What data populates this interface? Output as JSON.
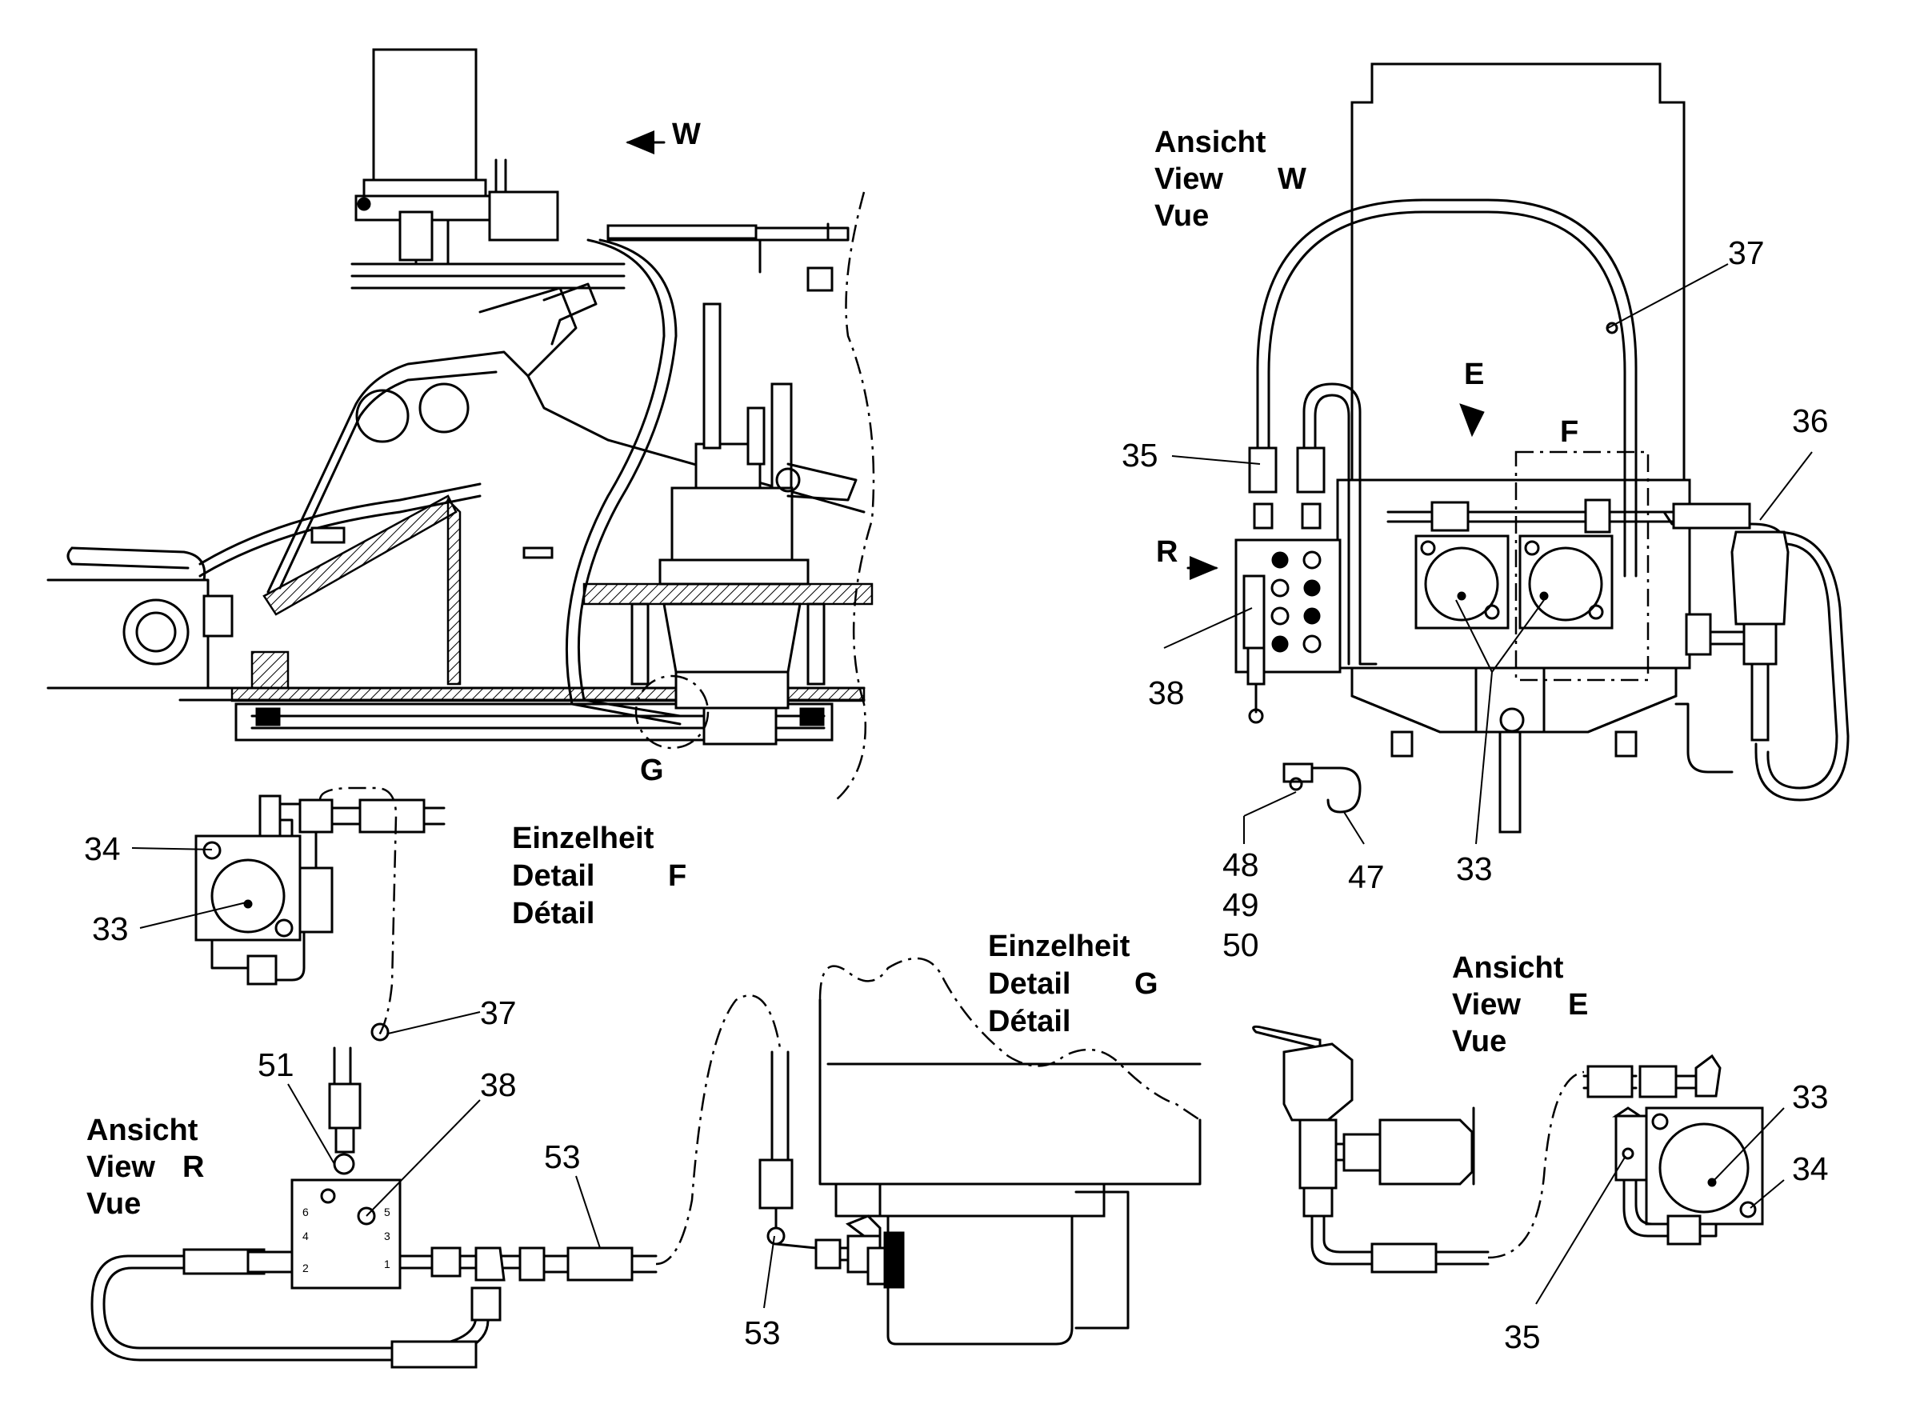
{
  "views": {
    "view_w": {
      "line1": "Ansicht",
      "line2": "View",
      "letter": "W",
      "line3": "Vue"
    },
    "view_r": {
      "line1": "Ansicht",
      "line2": "View",
      "letter": "R",
      "line3": "Vue"
    },
    "view_e": {
      "line1": "Ansicht",
      "line2": "View",
      "letter": "E",
      "line3": "Vue"
    },
    "detail_f": {
      "line1": "Einzelheit",
      "line2": "Detail",
      "letter": "F",
      "line3": "Détail"
    },
    "detail_g": {
      "line1": "Einzelheit",
      "line2": "Detail",
      "letter": "G",
      "line3": "Détail"
    }
  },
  "markers": {
    "w_arrow": "W",
    "g_circle": "G",
    "e_arrow": "E",
    "f_box": "F",
    "r_arrow": "R"
  },
  "callouts": {
    "main_w": [
      "37",
      "36",
      "35",
      "38",
      "33",
      "48",
      "49",
      "50",
      "47"
    ],
    "detail_f": [
      "34",
      "33",
      "37"
    ],
    "view_r": [
      "51",
      "38",
      "53"
    ],
    "detail_g": [
      "53"
    ],
    "view_e": [
      "33",
      "34",
      "35"
    ]
  },
  "distributor_ports": [
    "6",
    "5",
    "4",
    "3",
    "2",
    "1"
  ]
}
